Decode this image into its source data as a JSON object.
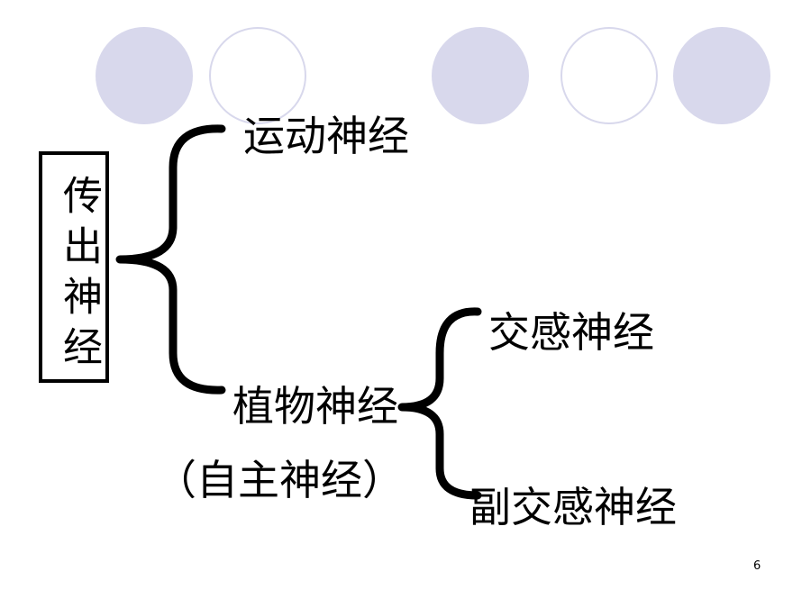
{
  "root": {
    "label": "传出神经"
  },
  "branches": {
    "motor": "运动神经",
    "autonomic": "植物神经",
    "autonomic_alias": "（自主神经）"
  },
  "sub_branches": {
    "sympathetic": "交感神经",
    "parasympathetic": "副交感神经"
  },
  "page_number": "6",
  "colors": {
    "circle_fill": "#d8d8ec",
    "stroke": "#000000"
  }
}
